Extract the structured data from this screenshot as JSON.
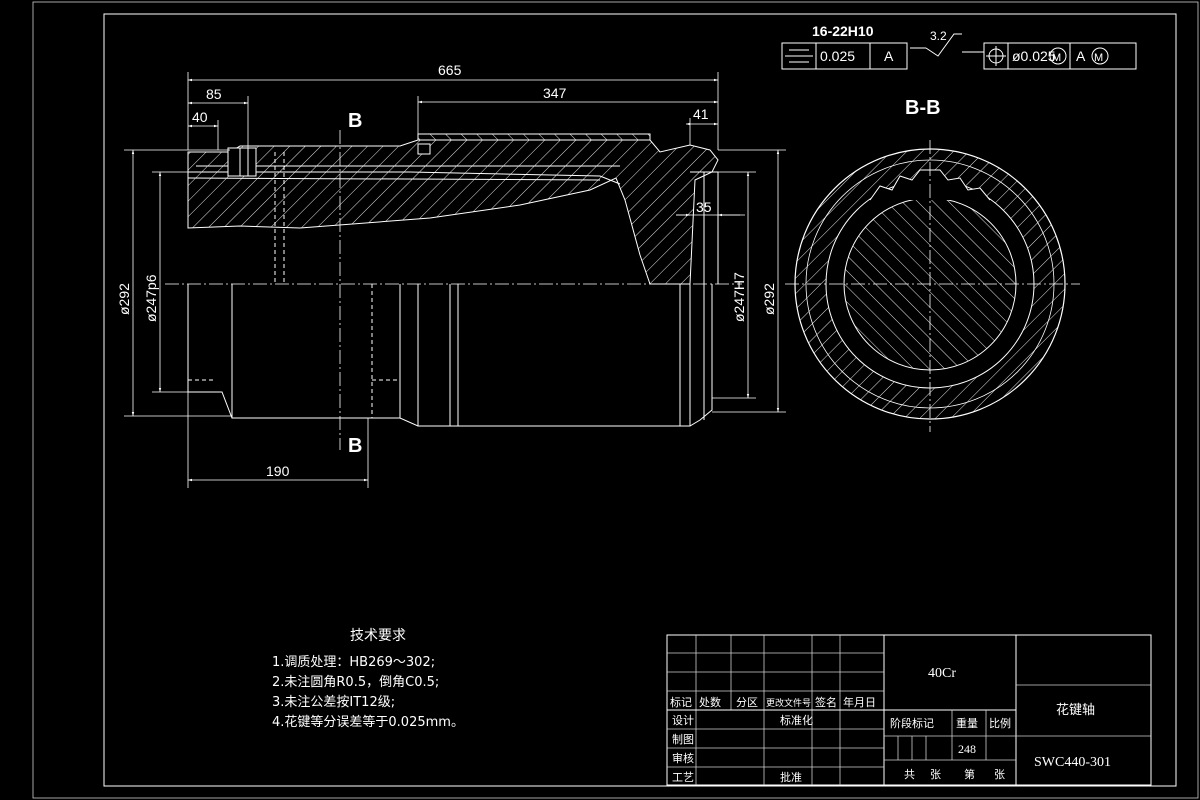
{
  "dimensions": {
    "overall_length": "665",
    "length_347": "347",
    "length_85": "85",
    "length_40": "40",
    "length_41": "41",
    "length_35": "35",
    "length_190": "190",
    "dia_outer_left": "ø292",
    "dia_fit_left": "ø247p6",
    "dia_bore": "ø247H7",
    "dia_outer_right": "ø292"
  },
  "section_marks": {
    "top": "B",
    "bottom": "B",
    "view_title": "B-B"
  },
  "tolerances": {
    "spline_spec": "16-22H10",
    "symmetry_value": "0.025",
    "symmetry_datum": "A",
    "roughness": "3.2",
    "position_value": "ø0.025",
    "position_modifier": "M",
    "position_datum": "A"
  },
  "technical_requirements": {
    "title": "技术要求",
    "items": [
      "1.调质处理：HB269～302;",
      "2.未注圆角R0.5，倒角C0.5;",
      "3.未注公差按IT12级;",
      "4.花键等分误差等于0.025mm。"
    ]
  },
  "title_block": {
    "material": "40Cr",
    "part_name": "花键轴",
    "drawing_number": "SWC440-301",
    "header_cells": [
      "标记",
      "处数",
      "分区",
      "更改文件号",
      "签名",
      "年月日"
    ],
    "row_labels": [
      "设计",
      "制图",
      "审核",
      "工艺"
    ],
    "standardization": "标准化",
    "approval": "批准",
    "stage_mark": "阶段标记",
    "weight_label": "重量",
    "scale_label": "比例",
    "weight_value": "248",
    "sheet_total": "共",
    "sheet_label1": "张",
    "sheet_num": "第",
    "sheet_label2": "张"
  }
}
